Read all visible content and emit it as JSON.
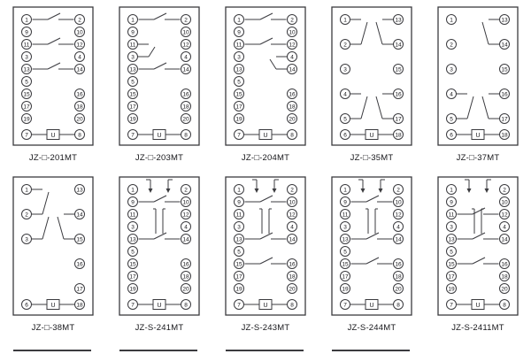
{
  "sheet": {
    "background": "#ffffff",
    "line_color": "#3b3b3f",
    "text_color": "#16161a"
  },
  "layouts": {
    "A": {
      "left": [
        [
          "1",
          0
        ],
        [
          "9",
          1
        ],
        [
          "11",
          2
        ],
        [
          "3",
          3
        ],
        [
          "13",
          4
        ],
        [
          "5",
          5
        ],
        [
          "15",
          6
        ],
        [
          "17",
          7
        ],
        [
          "19",
          8
        ]
      ],
      "right": [
        [
          "2",
          0
        ],
        [
          "10",
          1
        ],
        [
          "12",
          2
        ],
        [
          "4",
          3
        ],
        [
          "14",
          4
        ],
        [
          "16",
          6
        ],
        [
          "18",
          7
        ],
        [
          "20",
          8
        ]
      ],
      "bottom": [
        "7",
        "U",
        "8"
      ]
    },
    "B": {
      "left": [
        [
          "1",
          0
        ],
        [
          "2",
          2
        ],
        [
          "3",
          4
        ],
        [
          "4",
          6
        ],
        [
          "5",
          8
        ]
      ],
      "right": [
        [
          "13",
          0
        ],
        [
          "14",
          2
        ],
        [
          "15",
          4
        ],
        [
          "16",
          6
        ],
        [
          "17",
          8
        ]
      ],
      "bottom": [
        "6",
        "U",
        "18"
      ]
    },
    "C": {
      "left": [
        [
          "1",
          0
        ],
        [
          "2",
          2
        ],
        [
          "3",
          4
        ]
      ],
      "right": [
        [
          "13",
          0
        ],
        [
          "14",
          2
        ],
        [
          "15",
          4
        ],
        [
          "16",
          6
        ],
        [
          "17",
          8
        ]
      ],
      "bottom": [
        "6",
        "U",
        "18"
      ]
    }
  },
  "diagrams": [
    {
      "label": "JZ-□-201MT",
      "layout": "A",
      "row": 0,
      "col": 0,
      "arrows": false,
      "marks": [
        [
          "h",
          0
        ],
        [
          "h",
          2
        ],
        [
          "h",
          4
        ]
      ]
    },
    {
      "label": "JZ-□-203MT",
      "layout": "A",
      "row": 0,
      "col": 1,
      "arrows": false,
      "marks": [
        [
          "h",
          0
        ],
        [
          "vl",
          2,
          3
        ],
        [
          "h",
          4
        ]
      ]
    },
    {
      "label": "JZ-□-204MT",
      "layout": "A",
      "row": 0,
      "col": 2,
      "arrows": false,
      "marks": [
        [
          "h",
          0
        ],
        [
          "h",
          2
        ],
        [
          "vr",
          3,
          4
        ]
      ]
    },
    {
      "label": "JZ-□-35MT",
      "layout": "B",
      "row": 0,
      "col": 3,
      "arrows": false,
      "marks": [
        [
          "vl",
          0,
          2
        ],
        [
          "vl",
          6,
          8
        ],
        [
          "vr",
          0,
          2
        ],
        [
          "vr",
          6,
          8
        ]
      ]
    },
    {
      "label": "JZ-□-37MT",
      "layout": "B",
      "row": 0,
      "col": 4,
      "arrows": false,
      "marks": [
        [
          "vl",
          6,
          8
        ],
        [
          "vr",
          0,
          2
        ],
        [
          "vr",
          6,
          8
        ]
      ]
    },
    {
      "label": "JZ-□-38MT",
      "layout": "C",
      "row": 1,
      "col": 0,
      "arrows": false,
      "marks": [
        [
          "vl",
          0,
          2
        ],
        [
          "vl",
          2,
          4
        ],
        [
          "vr",
          2,
          4
        ]
      ]
    },
    {
      "label": "JZ-S-241MT",
      "layout": "A",
      "row": 1,
      "col": 1,
      "arrows": true,
      "marks": [
        [
          "h",
          1
        ],
        [
          "h",
          4
        ]
      ]
    },
    {
      "label": "JZ-S-243MT",
      "layout": "A",
      "row": 1,
      "col": 2,
      "arrows": true,
      "marks": [
        [
          "h",
          1
        ],
        [
          "h",
          4
        ],
        [
          "h",
          6
        ]
      ]
    },
    {
      "label": "JZ-S-244MT",
      "layout": "A",
      "row": 1,
      "col": 3,
      "arrows": true,
      "marks": [
        [
          "h",
          1
        ],
        [
          "h",
          4
        ],
        [
          "h",
          6
        ]
      ]
    },
    {
      "label": "JZ-S-2411MT",
      "layout": "A",
      "row": 1,
      "col": 4,
      "arrows": true,
      "marks": [
        [
          "h",
          2
        ],
        [
          "h",
          4
        ],
        [
          "h",
          6
        ]
      ]
    }
  ],
  "partial_next_row_lines": {
    "columns": [
      0,
      1,
      2,
      3
    ],
    "width": 88
  }
}
